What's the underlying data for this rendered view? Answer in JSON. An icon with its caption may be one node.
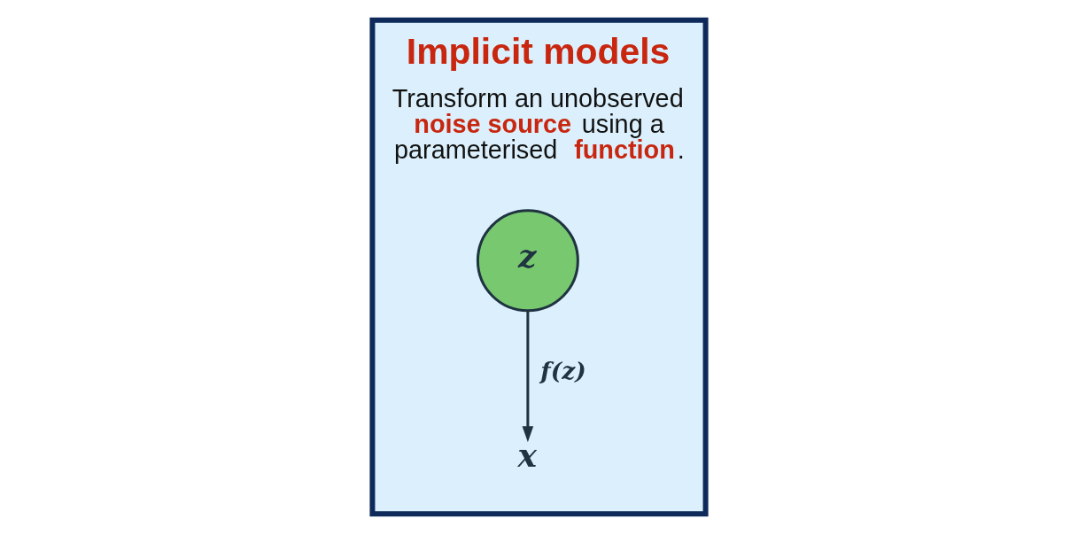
{
  "diagram": {
    "nodes": [
      {
        "text": [
          "Implicit models",
          "Transform an unobserved **noise source** using a parameterised **function**."
        ]
      },
      {
        "text": [
          "z"
        ],
        "in": 0
      },
      {
        "text": [
          "x"
        ],
        "in": 0
      }
    ],
    "edges": [
      {
        "from": 1,
        "to": 2,
        "arrow": "to",
        "label": "f(z)"
      }
    ]
  }
}
